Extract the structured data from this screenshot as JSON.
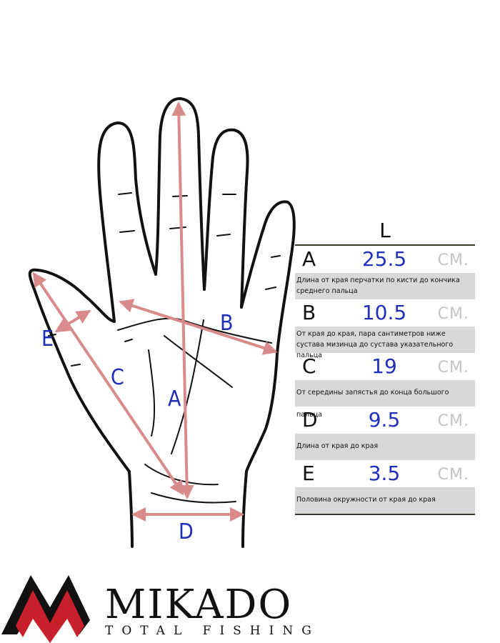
{
  "size_table": {
    "size_label": "L",
    "rows": [
      {
        "letter": "A",
        "value": "25.5",
        "unit": "СМ.",
        "description": "Длина от края перчатки по кисти до кончика среднего пальца"
      },
      {
        "letter": "B",
        "value": "10.5",
        "unit": "СМ.",
        "description": "От края до края, пара сантиметров ниже сустава мизинца до сустава указательного пальца"
      },
      {
        "letter": "C",
        "value": "19",
        "unit": "СМ.",
        "description": "От середины запястья до конца большого пальца"
      },
      {
        "letter": "D",
        "value": "9.5",
        "unit": "СМ.",
        "description": "Длина от края до края"
      },
      {
        "letter": "E",
        "value": "3.5",
        "unit": "СМ.",
        "description": "Половина окружности от края до края"
      }
    ]
  },
  "diagram_labels": {
    "a": "A",
    "b": "B",
    "c": "C",
    "d": "D",
    "e": "E"
  },
  "brand": {
    "name": "MIKADO",
    "tagline": "TOTAL FISHING"
  },
  "colors": {
    "arrow": "#d98b8b",
    "label": "#1f2fb8",
    "outline": "#111111",
    "logo_red": "#c8202a",
    "table_band": "#d8d8d8"
  }
}
